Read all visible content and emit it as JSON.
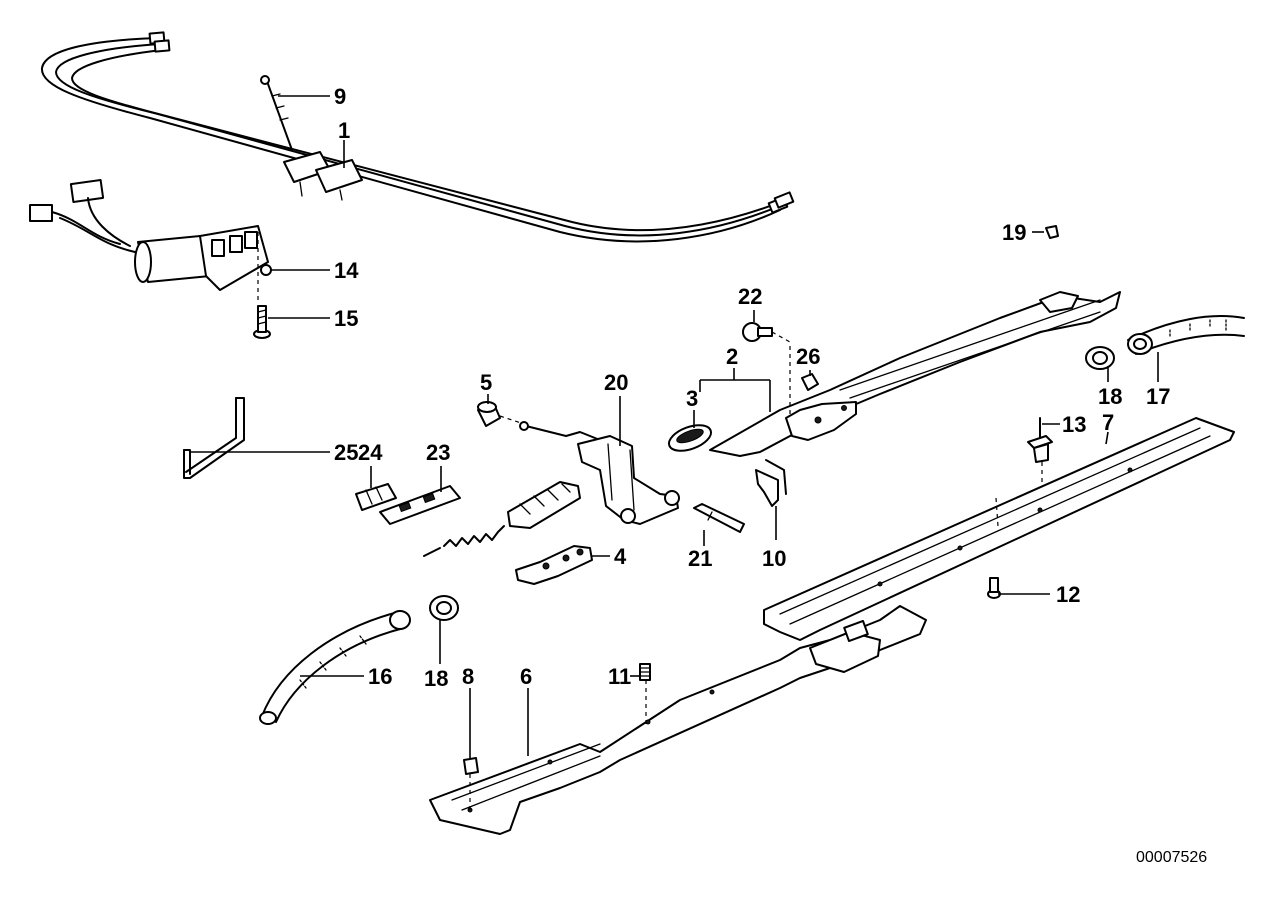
{
  "diagram": {
    "reference_number": "00007526",
    "callouts": [
      {
        "id": "c1",
        "text": "1"
      },
      {
        "id": "c2",
        "text": "2"
      },
      {
        "id": "c3",
        "text": "3"
      },
      {
        "id": "c4",
        "text": "4"
      },
      {
        "id": "c5",
        "text": "5"
      },
      {
        "id": "c6",
        "text": "6"
      },
      {
        "id": "c7",
        "text": "7"
      },
      {
        "id": "c8",
        "text": "8"
      },
      {
        "id": "c9",
        "text": "9"
      },
      {
        "id": "c10",
        "text": "10"
      },
      {
        "id": "c11",
        "text": "11"
      },
      {
        "id": "c12",
        "text": "12"
      },
      {
        "id": "c13",
        "text": "13"
      },
      {
        "id": "c14",
        "text": "14"
      },
      {
        "id": "c15",
        "text": "15"
      },
      {
        "id": "c16",
        "text": "16"
      },
      {
        "id": "c17",
        "text": "17"
      },
      {
        "id": "c18a",
        "text": "18"
      },
      {
        "id": "c18b",
        "text": "18"
      },
      {
        "id": "c19",
        "text": "19"
      },
      {
        "id": "c20",
        "text": "20"
      },
      {
        "id": "c21",
        "text": "21"
      },
      {
        "id": "c22",
        "text": "22"
      },
      {
        "id": "c23",
        "text": "23"
      },
      {
        "id": "c24",
        "text": "24"
      },
      {
        "id": "c25",
        "text": "25"
      },
      {
        "id": "c26",
        "text": "26"
      }
    ]
  }
}
